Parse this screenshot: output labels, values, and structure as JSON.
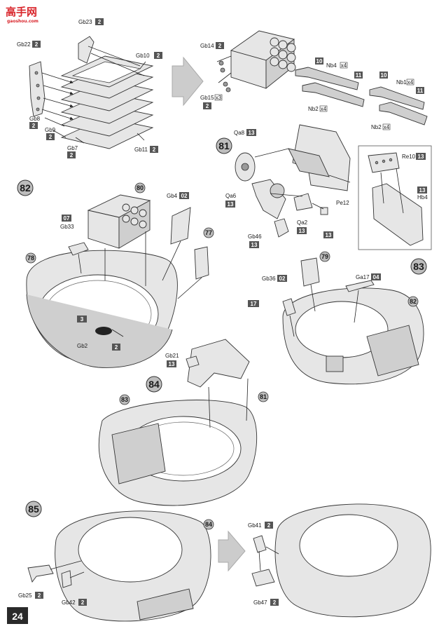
{
  "watermark": {
    "site": "gaoshou.com"
  },
  "page_number": "24",
  "steps": {
    "s81": "81",
    "s82": "82",
    "s83": "83",
    "s84": "84",
    "s85": "85"
  },
  "refs": {
    "r80": "80",
    "r81": "81",
    "r82": "82",
    "r83": "83",
    "r84": "84",
    "r77": "77",
    "r78": "78",
    "r79": "79"
  },
  "parts": {
    "gb23": {
      "name": "Gb23",
      "sprue": "2"
    },
    "gb22": {
      "name": "Gb22",
      "sprue": "2"
    },
    "gb10": {
      "name": "Gb10",
      "sprue": "2"
    },
    "gb8": {
      "name": "Gb8",
      "sprue": "2"
    },
    "gb9": {
      "name": "Gb9",
      "sprue": "2"
    },
    "gb7": {
      "name": "Gb7",
      "sprue": "2"
    },
    "gb11": {
      "name": "Gb11",
      "sprue": "2"
    },
    "gb14": {
      "name": "Gb14",
      "sprue": "2"
    },
    "gb15": {
      "name": "Gb15",
      "sprue": "2",
      "qty": "x3"
    },
    "nb4": {
      "name": "Nb4",
      "qty": "x4",
      "top": "10",
      "cart": "11"
    },
    "nb2a": {
      "name": "Nb2",
      "qty": "x4"
    },
    "nb1": {
      "name": "Nb1",
      "qty": "x4",
      "top": "10",
      "cart": "11"
    },
    "nb2b": {
      "name": "Nb2",
      "qty": "x4"
    },
    "qa8": {
      "name": "Qa8",
      "sprue": "13"
    },
    "re10": {
      "name": "Re10",
      "sprue": "13"
    },
    "hb4": {
      "name": "Hb4",
      "sprue": "13"
    },
    "qa6": {
      "name": "Qa6",
      "sprue": "13"
    },
    "pe12": {
      "name": "Pe12",
      "sprue": "13"
    },
    "qa2": {
      "name": "Qa2",
      "sprue": "13"
    },
    "gb46": {
      "name": "Gb46",
      "sprue": "13"
    },
    "gb4": {
      "name": "Gb4",
      "sprue": "02"
    },
    "gb33": {
      "name": "Gb33",
      "sprue": "07"
    },
    "gb2": {
      "name": "Gb2",
      "sprue": "2",
      "paint": "3"
    },
    "gb36": {
      "name": "Gb36",
      "sprue": "02",
      "paint": "17"
    },
    "ga17": {
      "name": "Ga17",
      "sprue": "04"
    },
    "gb21": {
      "name": "Gb21",
      "sprue": "13"
    },
    "gb41": {
      "name": "Gb41",
      "sprue": "2"
    },
    "gb25": {
      "name": "Gb25",
      "sprue": "2"
    },
    "gb42": {
      "name": "Gb42",
      "sprue": "2"
    },
    "gb47": {
      "name": "Gb47",
      "sprue": "2"
    }
  },
  "colors": {
    "badge": "#555555",
    "step_circle": "#bdbdbd",
    "part_fill": "#e6e6e6",
    "watermark_red": "#d9262c"
  }
}
